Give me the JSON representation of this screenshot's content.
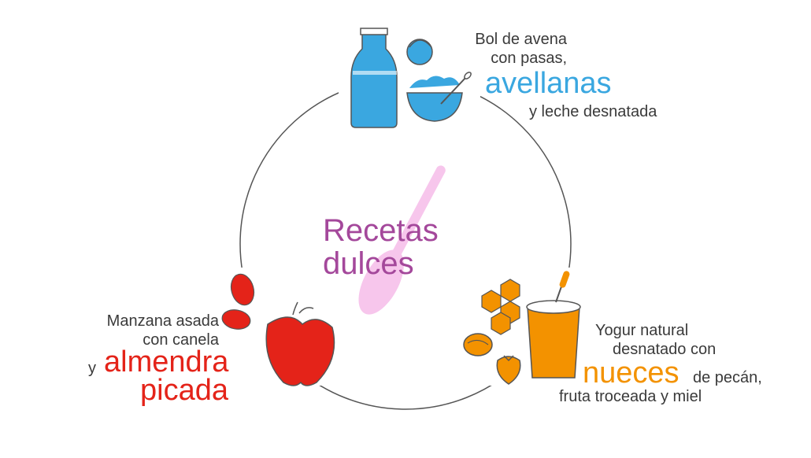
{
  "center": {
    "line1": "Recetas",
    "line2": "dulces"
  },
  "recipes": [
    {
      "id": "avellanas",
      "lines": [
        "Bol de avena",
        "con pasas,"
      ],
      "highlight": "avellanas",
      "tail": "y leche desnatada",
      "color": "#3aa7e0"
    },
    {
      "id": "nueces",
      "lines": [
        "Yogur natural",
        "desnatado con"
      ],
      "highlight": "nueces",
      "after": "de pecán,",
      "tail": "fruta troceada y miel",
      "color": "#f39200"
    },
    {
      "id": "almendra",
      "lines": [
        "Manzana asada",
        "con canela"
      ],
      "prefix": "y",
      "highlight": "almendra",
      "highlight2": "picada",
      "color": "#e42319"
    }
  ]
}
